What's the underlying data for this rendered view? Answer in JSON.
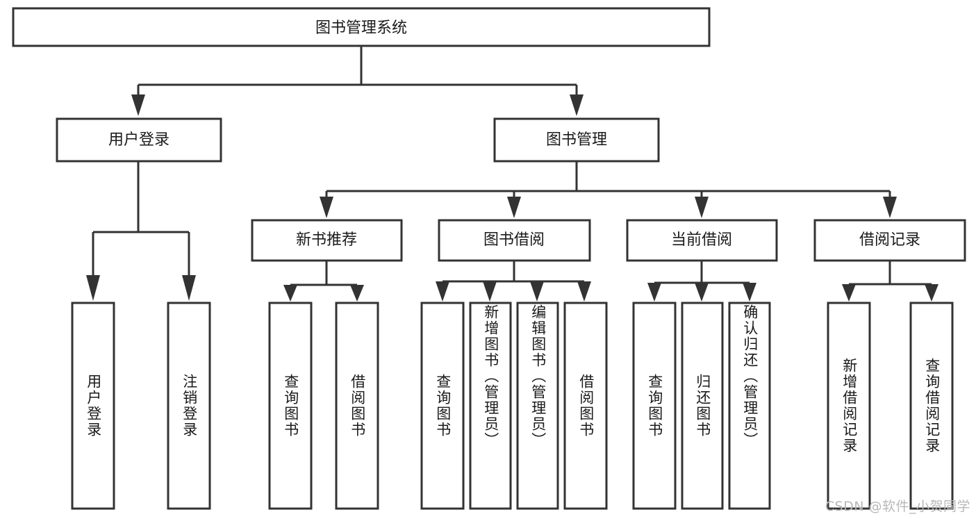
{
  "diagram": {
    "type": "tree-hierarchy-chart",
    "title": "图书管理系统",
    "orientation": "top-down",
    "colors": {
      "box_fill": "#ffffff",
      "box_stroke": "#333333",
      "text": "#1a1a1a",
      "background": "#ffffff",
      "watermark": "#b8b8b8"
    },
    "root": {
      "id": "root",
      "label": "图书管理系统"
    },
    "level2": [
      {
        "id": "user-login",
        "label": "用户登录"
      },
      {
        "id": "book-management",
        "label": "图书管理"
      }
    ],
    "level3": [
      {
        "id": "new-book-recommend",
        "label": "新书推荐",
        "parent": "book-management"
      },
      {
        "id": "book-borrow",
        "label": "图书借阅",
        "parent": "book-management"
      },
      {
        "id": "current-borrow",
        "label": "当前借阅",
        "parent": "book-management"
      },
      {
        "id": "borrow-record",
        "label": "借阅记录",
        "parent": "book-management"
      }
    ],
    "leaves": [
      {
        "id": "leaf-user-login",
        "label": "用户登录",
        "parent": "user-login"
      },
      {
        "id": "leaf-logout-login",
        "label": "注销登录",
        "parent": "user-login"
      },
      {
        "id": "leaf-query-book-1",
        "label": "查询图书",
        "parent": "new-book-recommend"
      },
      {
        "id": "leaf-borrow-book-1",
        "label": "借阅图书",
        "parent": "new-book-recommend"
      },
      {
        "id": "leaf-query-book-2",
        "label": "查询图书",
        "parent": "book-borrow"
      },
      {
        "id": "leaf-add-book",
        "label": "新增图书（管理员）",
        "parent": "book-borrow"
      },
      {
        "id": "leaf-edit-book",
        "label": "编辑图书（管理员）",
        "parent": "book-borrow"
      },
      {
        "id": "leaf-borrow-book-2",
        "label": "借阅图书",
        "parent": "book-borrow"
      },
      {
        "id": "leaf-query-book-3",
        "label": "查询图书",
        "parent": "current-borrow"
      },
      {
        "id": "leaf-return-book",
        "label": "归还图书",
        "parent": "current-borrow"
      },
      {
        "id": "leaf-confirm-return",
        "label": "确认归还（管理员）",
        "parent": "current-borrow"
      },
      {
        "id": "leaf-add-borrow-record",
        "label": "新增借阅记录",
        "parent": "borrow-record"
      },
      {
        "id": "leaf-query-borrow-record",
        "label": "查询借阅记录",
        "parent": "borrow-record"
      }
    ]
  },
  "watermark": {
    "text": "CSDN @软件_小贺同学"
  }
}
